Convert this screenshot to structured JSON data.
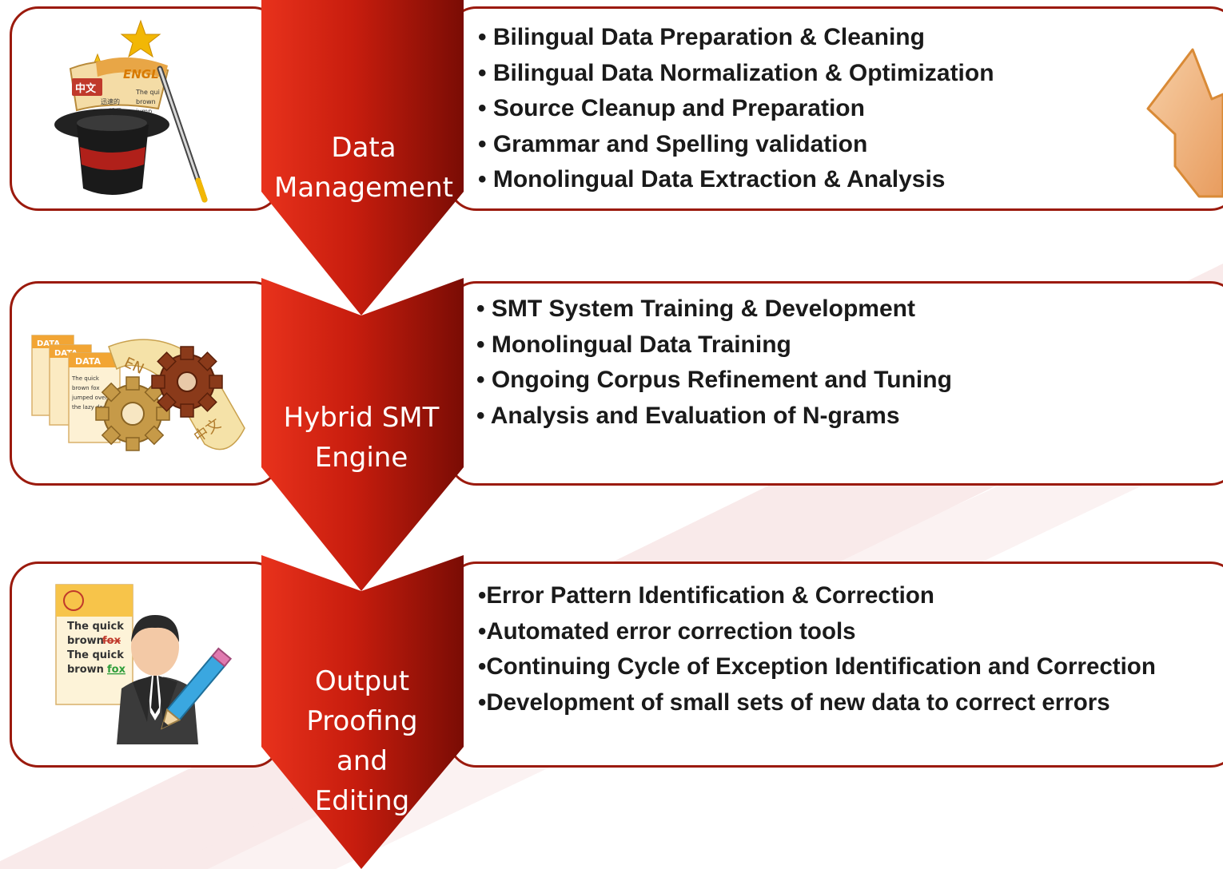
{
  "stages": [
    {
      "label_lines": [
        "Data",
        "Management"
      ],
      "items": [
        "• Bilingual Data Preparation & Cleaning",
        "• Bilingual Data Normalization & Optimization",
        "• Source Cleanup and Preparation",
        "• Grammar and Spelling validation",
        "• Monolingual Data Extraction & Analysis"
      ],
      "illustration": {
        "icon": "magic-hat-icon",
        "texts": [
          "ENGL",
          "中文",
          "The qui",
          "brown",
          "jump",
          "迅速的",
          "狐狸"
        ]
      }
    },
    {
      "label_lines": [
        "Hybrid SMT",
        "Engine"
      ],
      "items": [
        "• SMT System Training & Development",
        "• Monolingual Data Training",
        "• Ongoing Corpus Refinement and Tuning",
        "• Analysis and Evaluation of N-grams"
      ],
      "illustration": {
        "icon": "gears-documents-icon",
        "texts": [
          "DATA",
          "DATA",
          "DATA",
          "The quick",
          "brown fox",
          "jumped over",
          "the lazy dog",
          "EN",
          "中文"
        ]
      }
    },
    {
      "label_lines": [
        "Output",
        "Proofing",
        "and",
        "Editing"
      ],
      "items": [
        "•Error Pattern Identification & Correction",
        "•Automated error correction tools",
        "•Continuing Cycle of Exception Identification and Correction",
        "•Development of small sets of new data to correct errors"
      ],
      "illustration": {
        "icon": "editor-person-icon",
        "texts": [
          "The quick",
          "brown",
          "fox",
          "The quick",
          "brown",
          "fox"
        ]
      }
    }
  ],
  "colors": {
    "frame_border": "#9b1a0d",
    "chevron_light": "#e8321c",
    "chevron_dark": "#7a0c04",
    "back_arrow_fill": "#f0b888",
    "back_arrow_stroke": "#d98a36",
    "swoosh": "#f6e1e1"
  }
}
